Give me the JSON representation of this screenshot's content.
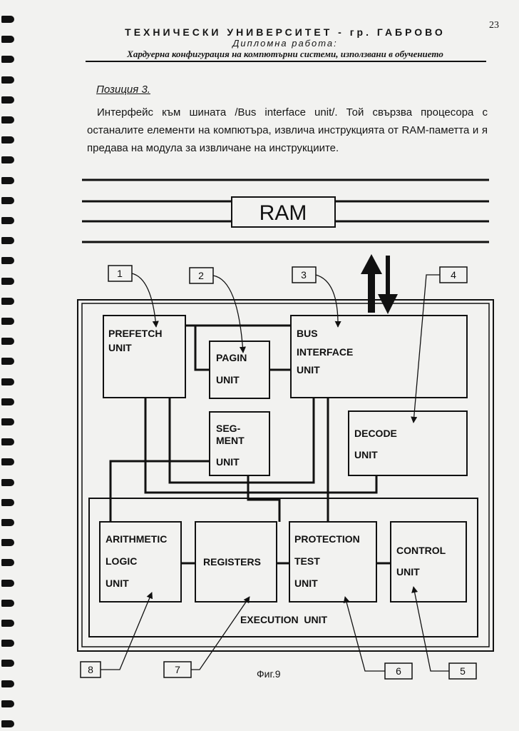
{
  "page_number": "23",
  "header": {
    "university": "ТЕХНИЧЕСКИ УНИВЕРСИТЕТ - гр. ГАБРОВО",
    "thesis": "Дипломна работа:",
    "topic": "Хардуерна конфигурация на компютърни системи, използвани в обучението"
  },
  "section": {
    "position_label": "Позиция 3.",
    "paragraph": "Интерфейс към шината /Bus interface unit/. Той свързва процесора с останалите елементи на компютъра, извлича инструкцията от RAM-паметта и я предава на модула за извличане на инструкциите."
  },
  "figure": {
    "ram": "RAM",
    "prefetch": [
      "PREFETCH",
      "UNIT"
    ],
    "pagin": [
      "PAGIN",
      "UNIT"
    ],
    "bus": [
      "BUS",
      "INTERFACE",
      "UNIT"
    ],
    "segment": [
      "SEG-",
      "MENT",
      "UNIT"
    ],
    "decode": [
      "DECODE",
      "UNIT"
    ],
    "alu": [
      "ARITHMETIC",
      "LOGIC",
      "UNIT"
    ],
    "registers": "REGISTERS",
    "protection": [
      "PROTECTION",
      "TEST",
      "UNIT"
    ],
    "control": [
      "CONTROL",
      "UNIT"
    ],
    "execution": "EXECUTION  UNIT",
    "callouts": [
      "1",
      "2",
      "3",
      "4",
      "5",
      "6",
      "7",
      "8"
    ],
    "caption": "Фиг.9"
  }
}
